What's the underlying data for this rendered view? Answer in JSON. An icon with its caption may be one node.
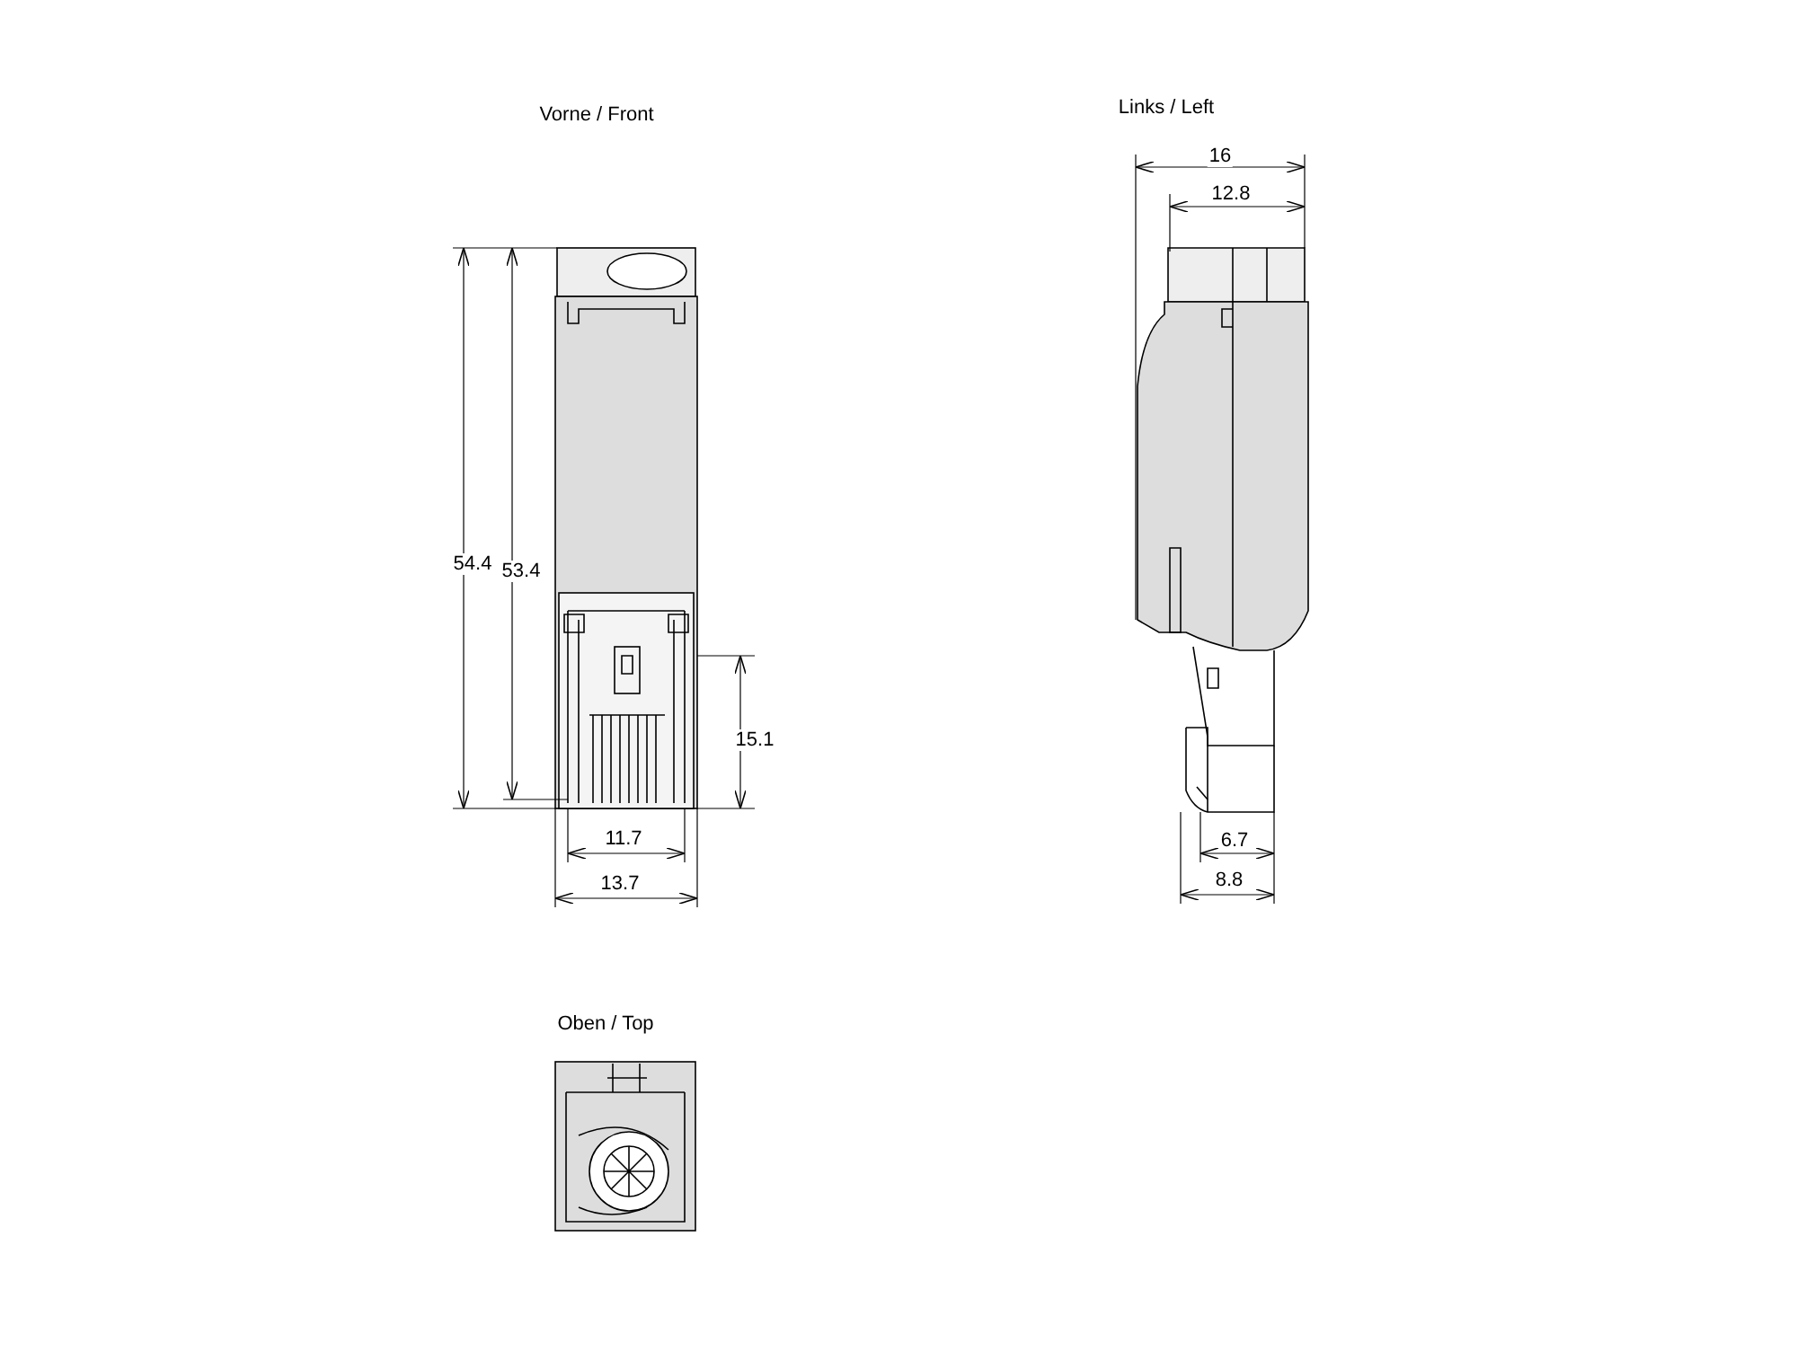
{
  "diagram": {
    "labels": [
      "Vorne / Front",
      "Links / Left",
      "16",
      "12.8",
      "54.4",
      "53.4",
      "15.1",
      "11.7",
      "13.7",
      "6.7",
      "8.8",
      "Oben / Top"
    ]
  }
}
